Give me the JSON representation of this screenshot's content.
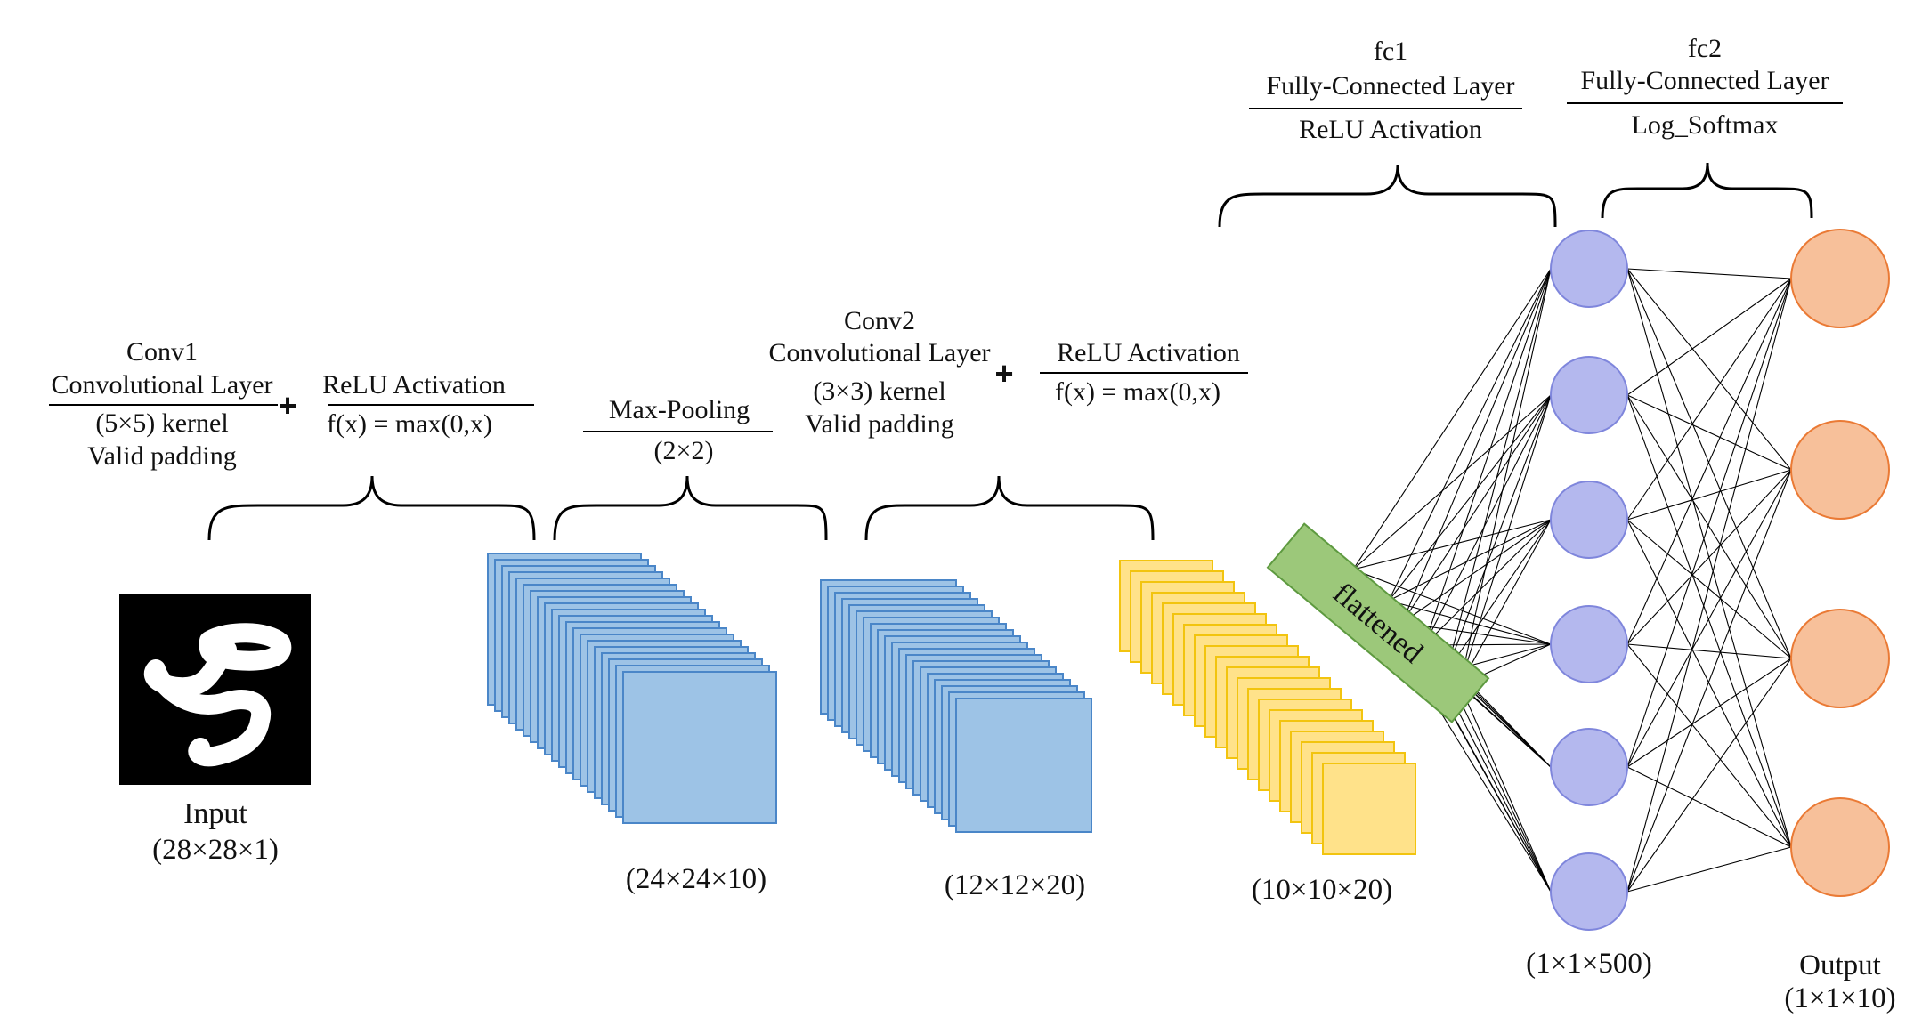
{
  "input": {
    "label": "Input",
    "dims": "(28×28×1)"
  },
  "conv1": {
    "name": "Conv1",
    "layer": "Convolutional Layer",
    "kernel": "(5×5) kernel",
    "padding": "Valid padding"
  },
  "relu1": {
    "title": "ReLU Activation",
    "formula": "f(x) = max(0,x)"
  },
  "pool": {
    "title": "Max-Pooling",
    "size": "(2×2)"
  },
  "conv2": {
    "name": "Conv2",
    "layer": "Convolutional Layer",
    "kernel": "(3×3) kernel",
    "padding": "Valid padding"
  },
  "relu2": {
    "title": "ReLU Activation",
    "formula": "f(x) = max(0,x)"
  },
  "plus": "+",
  "fc1": {
    "name": "fc1",
    "layer": "Fully-Connected Layer",
    "activation": "ReLU Activation"
  },
  "fc2": {
    "name": "fc2",
    "layer": "Fully-Connected Layer",
    "activation": "Log_Softmax"
  },
  "stack1": {
    "dims": "(24×24×10)",
    "count": 20
  },
  "stack2": {
    "dims": "(12×12×20)",
    "count": 20
  },
  "stack3": {
    "dims": "(10×10×20)",
    "count": 20
  },
  "flattened": {
    "label": "flattened"
  },
  "hidden": {
    "dims": "(1×1×500)",
    "nodes_drawn": 6
  },
  "output": {
    "label": "Output",
    "dims": "(1×1×10)",
    "nodes_drawn": 4
  },
  "colors": {
    "stack_blue_fill": "#9dc3e6",
    "stack_blue_stroke": "#4a86c8",
    "stack_yellow_fill": "#ffe28a",
    "stack_yellow_stroke": "#f2c40f",
    "flattened_fill": "#9cc87a",
    "flattened_stroke": "#5e9a40",
    "hidden_fill": "#b4b8ee",
    "hidden_stroke": "#7f86dc",
    "output_fill": "#f7c09a",
    "output_stroke": "#ea7a35",
    "line": "#000000"
  }
}
